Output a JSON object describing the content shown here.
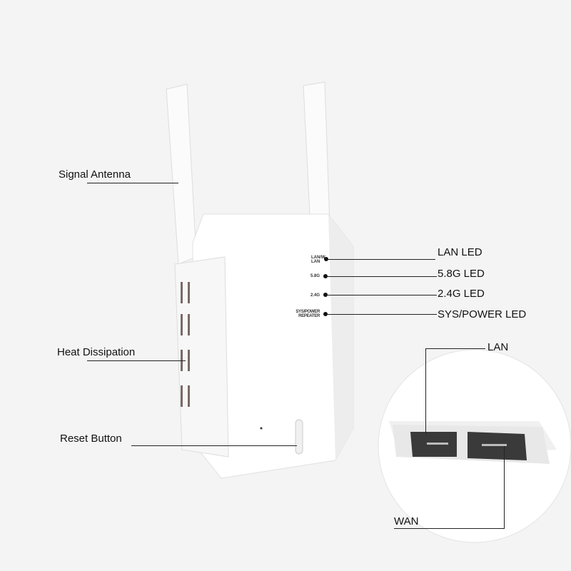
{
  "callouts": {
    "signal_antenna": "Signal Antenna",
    "heat_dissipation": "Heat Dissipation",
    "reset_button": "Reset Button",
    "lan_led": "LAN LED",
    "led_58g": "5.8G LED",
    "led_24g": "2.4G LED",
    "sys_power_led": "SYS/POWER LED",
    "lan": "LAN",
    "wan": "WAN"
  },
  "device_labels": {
    "lan": "LAN/W LAN",
    "g58": "5.8G",
    "g24": "2.4G",
    "sys": "SYS/POWER REPEATER"
  },
  "colors": {
    "background": "#f4f4f4",
    "device": "#ffffff",
    "port": "#3a3a3a"
  }
}
